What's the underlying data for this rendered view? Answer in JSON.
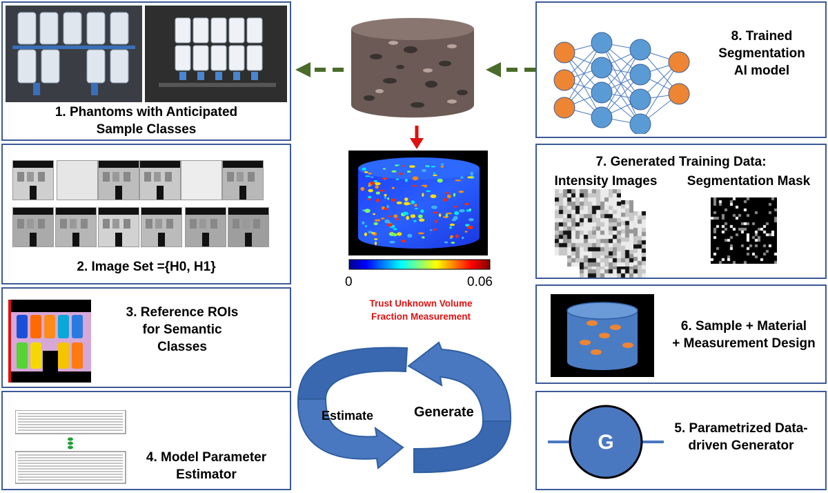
{
  "panels": {
    "p1": {
      "line1": "1. Phantoms with Anticipated",
      "line2": "Sample Classes"
    },
    "p2": {
      "label": "2. Image Set ={H0, H1}"
    },
    "p3": {
      "line1": "3. Reference ROIs",
      "line2": "for Semantic",
      "line3": "Classes"
    },
    "p4": {
      "line1": "4. Model Parameter",
      "line2": "Estimator"
    },
    "p5": {
      "line1": "5. Parametrized Data-",
      "line2": "driven Generator",
      "symbol": "G"
    },
    "p6": {
      "line1": "6. Sample + Material",
      "line2": "+ Measurement Design"
    },
    "p7": {
      "title": "7. Generated Training Data:",
      "left": "Intensity Images",
      "right": "Segmentation Mask"
    },
    "p8": {
      "line1": "8. Trained",
      "line2": "Segmentation",
      "line3": "AI model"
    }
  },
  "center": {
    "colorbar_min": "0",
    "colorbar_max": "0.06",
    "caption_line1": "Trust Unknown Volume",
    "caption_line2": "Fraction Measurement",
    "cycle_left": "Estimate",
    "cycle_right": "Generate"
  },
  "colors": {
    "panel_border": "#3b5998",
    "arrow_green": "#4a6b2a",
    "arrow_red": "#e01010",
    "cycle_blue": "#4a78c0",
    "node_orange": "#ee8533",
    "node_blue": "#5b9bd5",
    "caption_red": "#e01010"
  }
}
